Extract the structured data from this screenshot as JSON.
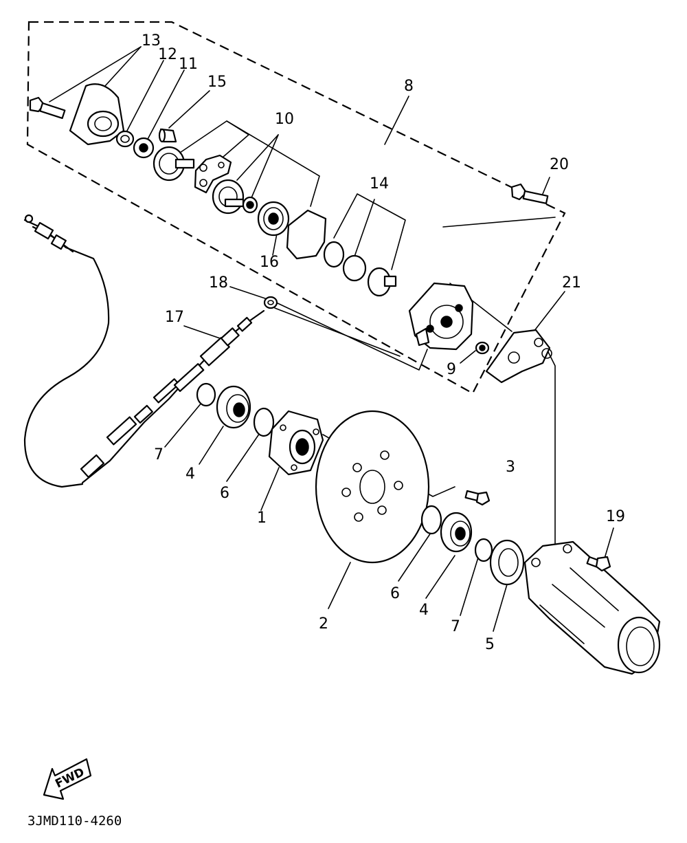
{
  "diagram": {
    "drawing_code": "3JMD110-4260",
    "direction_arrow": "FWD",
    "part_labels": {
      "p13": "13",
      "p12": "12",
      "p11": "11",
      "p15": "15",
      "p10": "10",
      "p8": "8",
      "p20": "20",
      "p14": "14",
      "p16": "16",
      "p18": "18",
      "p17": "17",
      "p21": "21",
      "p9": "9",
      "p7a": "7",
      "p4a": "4",
      "p6a": "6",
      "p1": "1",
      "p3": "3",
      "p2": "2",
      "p6b": "6",
      "p4b": "4",
      "p7b": "7",
      "p5": "5",
      "p19": "19"
    }
  }
}
